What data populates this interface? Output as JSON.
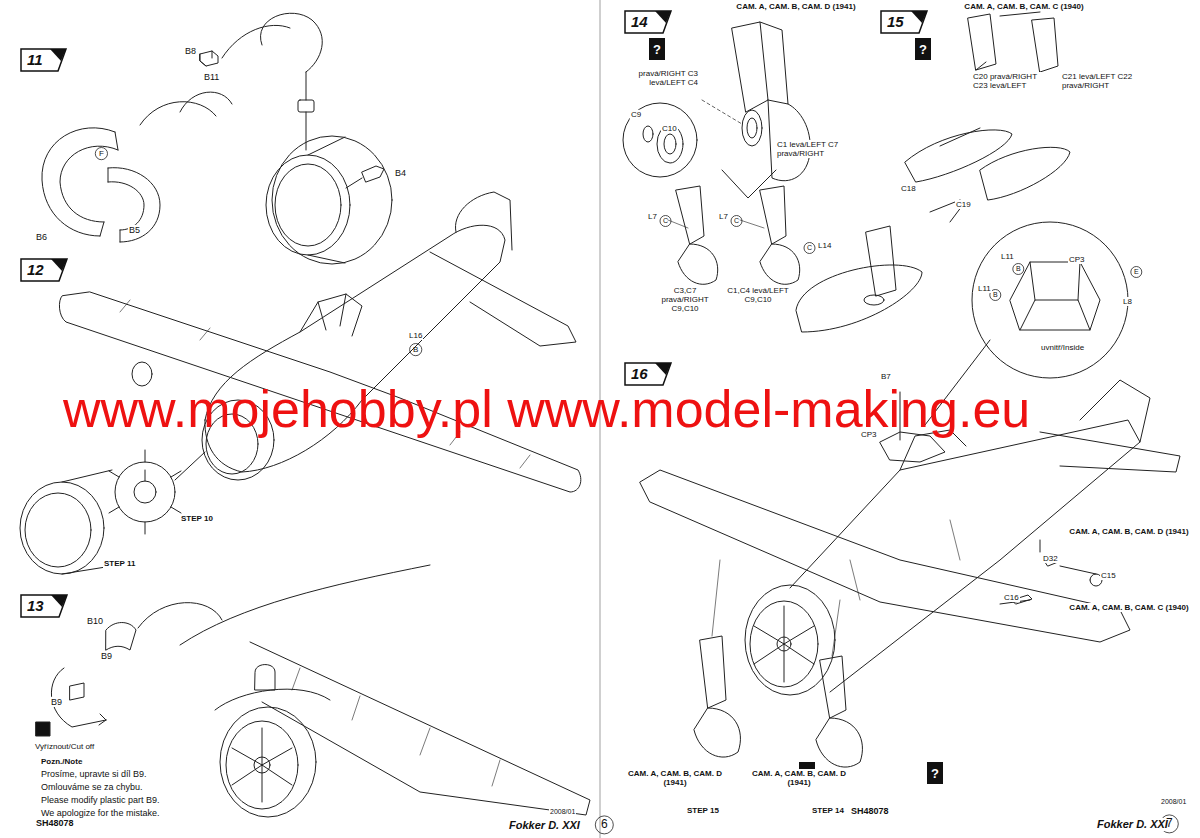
{
  "diagram": {
    "nodes": [
      {
        "text": [
          "11"
        ]
      },
      {
        "text": [
          "12"
        ]
      },
      {
        "text": [
          "13"
        ]
      },
      {
        "text": [
          "14"
        ]
      },
      {
        "text": [
          "15"
        ]
      },
      {
        "text": [
          "16"
        ]
      },
      {
        "text": [
          "?"
        ]
      },
      {
        "text": [
          "?"
        ]
      },
      {
        "text": [
          "?"
        ]
      },
      {
        "text": [
          "?"
        ]
      }
    ],
    "labels": [
      "B8",
      "B11",
      "F",
      "B6",
      "B5",
      "B4",
      "L16",
      "B",
      "STEP 10",
      "STEP 11",
      "B10",
      "B9",
      "B9",
      "Vyříznout/Cut off",
      "Pozn./Note",
      "Prosíme, upravte si díl B9.",
      "Omlouváme se za chybu.",
      "Please modify plastic part B9.",
      "We apologize for the mistake.",
      "SH48078",
      "2008/01",
      "Fokker D. XXI",
      "6",
      "www.mojehobby.pl www.model-making.eu",
      "CAM. A, CAM. B, CAM. D (1941)",
      "pravá/RIGHT C3 levá/LEFT C4",
      "C9",
      "C10",
      "C1 levá/LEFT C7 pravá/RIGHT",
      "L7",
      "C",
      "L7",
      "C",
      "C3,C7 pravá/RIGHT C9,C10",
      "C1,C4 levá/LEFT C9,C10",
      "CAM. A, CAM. B, CAM. C (1940)",
      "C20 pravá/RIGHT C23 levá/LEFT",
      "C21 levá/LEFT C22 pravá/RIGHT",
      "C18",
      "C19",
      "C",
      "L14",
      "L11",
      "B",
      "L11",
      "B",
      "CP3",
      "E",
      "L8",
      "uvnitř/Inside",
      "B7",
      "CP3",
      "CAM. A, CAM. B, CAM. D (1941)",
      "D32",
      "C15",
      "C16",
      "CAM. A, CAM. B, CAM. C (1940)",
      "CAM. A, CAM. B, CAM. D (1941)",
      "CAM. A, CAM. B, CAM. D (1941)",
      "STEP 15",
      "STEP 14",
      "SH48078",
      "2008/01",
      "Fokker D. XXI",
      "7"
    ]
  }
}
